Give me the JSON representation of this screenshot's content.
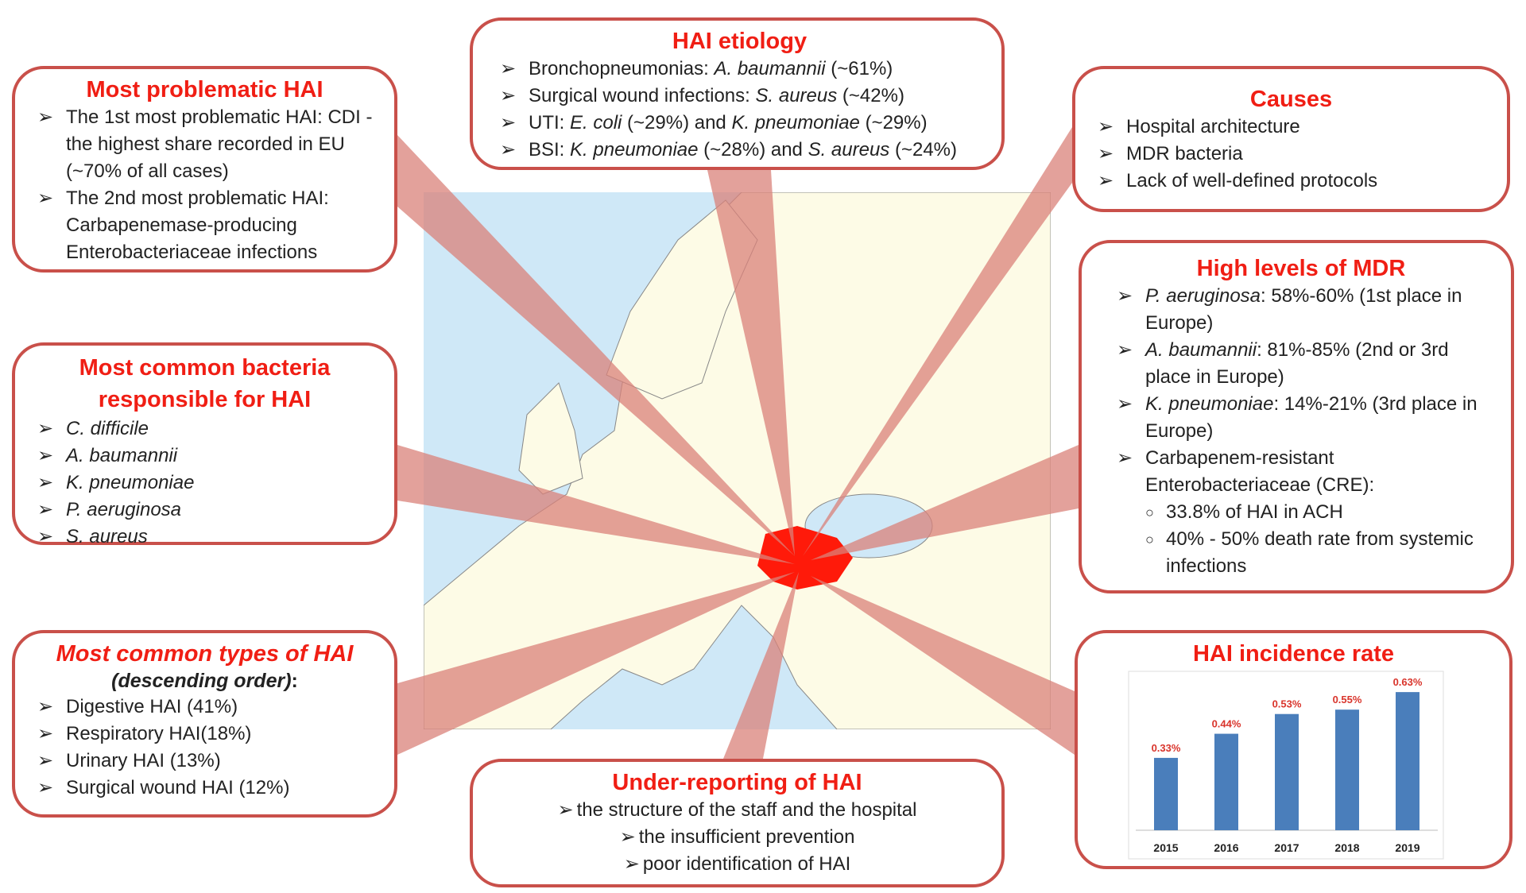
{
  "boxes": {
    "problematic": {
      "title": "Most problematic HAI",
      "items": [
        "The 1st most problematic HAI: CDI - the highest share recorded in EU  (~70% of all cases)",
        "The 2nd most problematic HAI: Carbapenemase-producing Enterobacteriaceae infections"
      ]
    },
    "etiology": {
      "title": "HAI etiology",
      "items": [
        [
          "Bronchopneumonias: ",
          "A. baumannii",
          " (~61%)"
        ],
        [
          "Surgical wound infections: ",
          "S. aureus",
          " (~42%)"
        ],
        [
          "UTI:  ",
          "E. coli",
          " (~29%) and ",
          "K. pneumoniae",
          " (~29%)"
        ],
        [
          "BSI: ",
          "K. pneumoniae",
          " (~28%) and ",
          "S. aureus",
          " (~24%)"
        ]
      ]
    },
    "causes": {
      "title": "Causes",
      "items": [
        "Hospital architecture",
        "MDR bacteria",
        "Lack of well-defined protocols"
      ]
    },
    "bacteria": {
      "title": "Most common  bacteria responsible for HAI",
      "items": [
        "C. difficile",
        "A. baumannii",
        "K. pneumoniae",
        "P. aeruginosa",
        "S. aureus"
      ]
    },
    "mdr": {
      "title": "High levels of MDR",
      "items": [
        [
          "P. aeruginosa",
          ": 58%-60% (1st place in Europe)"
        ],
        [
          "A. baumannii",
          ": 81%-85% (2nd or 3rd place in Europe)"
        ],
        [
          "K. pneumoniae",
          ": 14%-21% (3rd place in Europe)"
        ]
      ],
      "cre": "Carbapenem-resistant Enterobacteriaceae (CRE):",
      "cre_sub": [
        "33.8% of HAI in ACH",
        "40% - 50% death rate from systemic infections"
      ]
    },
    "types": {
      "title": "Most common types of HAI",
      "subtitle": "(descending order)",
      "subtitle_colon": ":",
      "items": [
        "Digestive HAI (41%)",
        "Respiratory HAI(18%)",
        "Urinary  HAI (13%)",
        "Surgical wound HAI (12%)"
      ]
    },
    "underreporting": {
      "title": "Under-reporting of HAI",
      "items": [
        "the structure of the staff and the hospital",
        "the insufficient prevention",
        "poor identification of HAI"
      ]
    }
  },
  "colors": {
    "accent": "#f01e14",
    "border": "#c9504a",
    "bar": "#4a7ebb",
    "label": "#d9342b",
    "sea": "#cfe8f7",
    "land": "#fdfbe6",
    "highlight": "#ff1a0a"
  },
  "chart_data": {
    "type": "bar",
    "title": "HAI incidence rate",
    "categories": [
      "2015",
      "2016",
      "2017",
      "2018",
      "2019"
    ],
    "values": [
      0.33,
      0.44,
      0.53,
      0.55,
      0.63
    ],
    "labels": [
      "0.33%",
      "0.44%",
      "0.53%",
      "0.55%",
      "0.63%"
    ],
    "grid": false
  }
}
